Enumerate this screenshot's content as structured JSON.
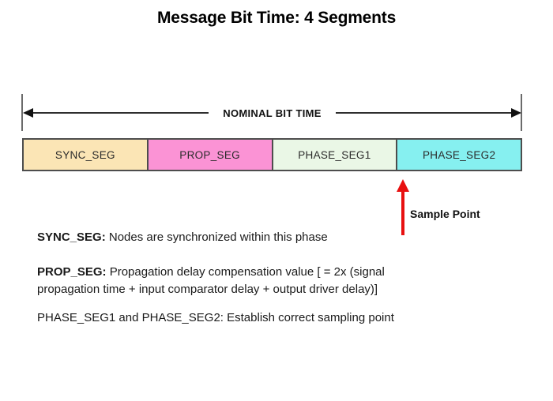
{
  "title": "Message Bit Time: 4 Segments",
  "timeline": {
    "label": "NOMINAL BIT TIME"
  },
  "segments": [
    {
      "label": "SYNC_SEG",
      "color": "#fbe5b5"
    },
    {
      "label": "PROP_SEG",
      "color": "#fb93d5"
    },
    {
      "label": "PHASE_SEG1",
      "color": "#eaf7e6"
    },
    {
      "label": "PHASE_SEG2",
      "color": "#86f0f0"
    }
  ],
  "sample_point": {
    "label": "Sample Point",
    "arrow_color": "#e81010"
  },
  "descriptions": {
    "sync": {
      "term": "SYNC_SEG:",
      "rest": "Nodes are synchronized within this phase"
    },
    "prop": {
      "term": "PROP_SEG:",
      "rest": "Propagation delay compensation value [ = 2x (signal",
      "cont": "propagation time + input comparator delay + output driver delay)]"
    },
    "phase": {
      "text": "PHASE_SEG1 and PHASE_SEG2: Establish correct sampling point"
    }
  }
}
